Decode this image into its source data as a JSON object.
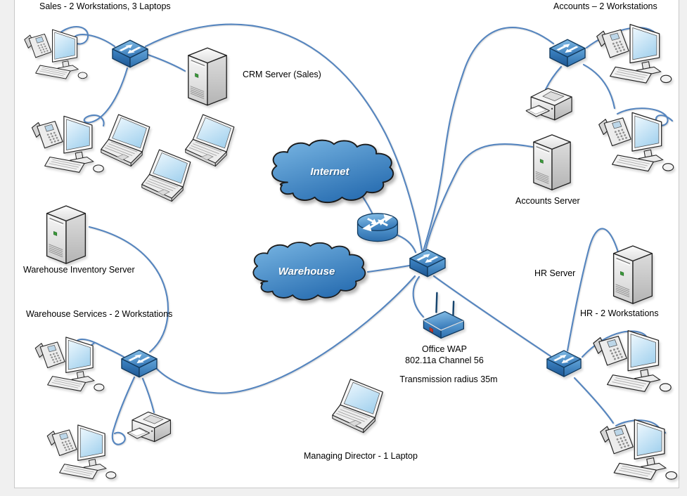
{
  "labels": {
    "sales": "Sales - 2 Workstations, 3 Laptops",
    "accounts": "Accounts – 2 Workstations",
    "crm_server": "CRM Server (Sales)",
    "internet": "Internet",
    "warehouse": "Warehouse",
    "accounts_server": "Accounts Server",
    "hr_server": "HR Server",
    "hr_workstations": "HR - 2 Workstations",
    "wap_line1": "Office WAP",
    "wap_line2": "802.11a Channel 56",
    "wap_line3": "Transmission radius 35m",
    "managing_director": "Managing Director - 1 Laptop",
    "warehouse_inventory_server": "Warehouse Inventory Server",
    "warehouse_services": "Warehouse Services - 2 Workstations"
  },
  "colors": {
    "connector": "#5585bf",
    "cloud_top": "#79b6e3",
    "cloud_bottom": "#2a6fb2",
    "device_blue_top": "#7ab5e5",
    "device_blue_front": "#1d5693",
    "screen_blue": "#a8d4ef",
    "page_background": "#ffffff",
    "canvas_background": "#f0f0f0",
    "page_border": "#c8c8c8",
    "label_color": "#000000"
  },
  "icons": {
    "workstation": "workstation-icon",
    "laptop": "laptop-icon",
    "server": "server-icon",
    "switch": "switch-icon",
    "router": "router-icon",
    "printer": "printer-icon",
    "wap": "wireless-access-point-icon",
    "cloud": "cloud-shape"
  }
}
